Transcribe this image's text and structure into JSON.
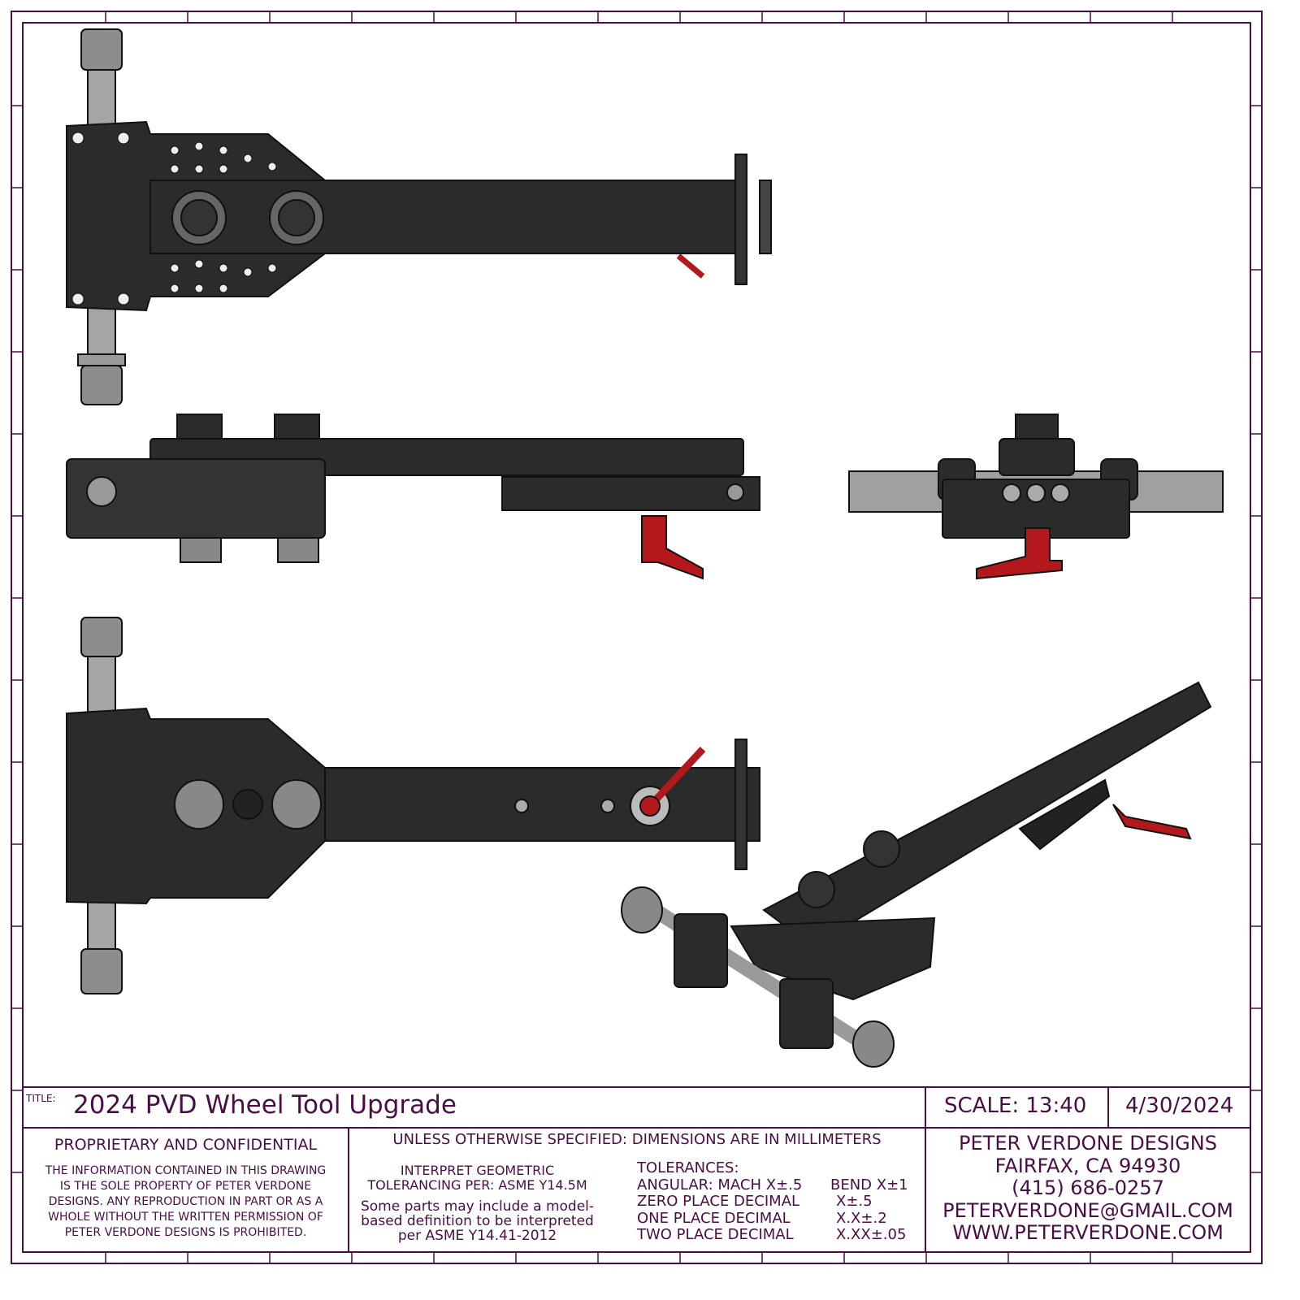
{
  "title_block": {
    "title_label": "TITLE:",
    "title": "2024 PVD Wheel Tool Upgrade",
    "scale": "SCALE: 13:40",
    "date": "4/30/2024",
    "proprietary_heading": "PROPRIETARY AND CONFIDENTIAL",
    "proprietary_lines": [
      "THE INFORMATION CONTAINED IN THIS DRAWING",
      "IS THE SOLE PROPERTY OF PETER VERDONE",
      "DESIGNS.  ANY  REPRODUCTION IN PART OR AS A",
      "WHOLE WITHOUT THE WRITTEN PERMISSION OF",
      "PETER VERDONE DESIGNS IS PROHIBITED."
    ],
    "units_note": "UNLESS OTHERWISE SPECIFIED: DIMENSIONS ARE IN MILLIMETERS",
    "gdt_lines": [
      "INTERPRET GEOMETRIC",
      "TOLERANCING PER: ASME Y14.5M"
    ],
    "mbd_lines": [
      "Some parts may include a model-",
      "based definition to be interpreted",
      "per ASME Y14.41-2012"
    ],
    "tolerances": {
      "heading": "TOLERANCES:",
      "rows": [
        {
          "label": "ANGULAR: MACH X±.5",
          "value": "BEND X±1"
        },
        {
          "label": "ZERO PLACE DECIMAL",
          "value": "X±.5"
        },
        {
          "label": "ONE PLACE DECIMAL",
          "value": "X.X±.2"
        },
        {
          "label": "TWO PLACE DECIMAL",
          "value": "X.XX±.05"
        }
      ]
    },
    "company_lines": [
      "PETER VERDONE DESIGNS",
      "FAIRFAX, CA 94930",
      "(415) 686-0257",
      "PETERVERDONE@GMAIL.COM",
      "WWW.PETERVERDONE.COM"
    ]
  },
  "colors": {
    "border": "#4a0d45",
    "part": "#2b2b2b",
    "edge": "#111111",
    "steel": "#9a9a9a",
    "lever": "#b3191c"
  }
}
